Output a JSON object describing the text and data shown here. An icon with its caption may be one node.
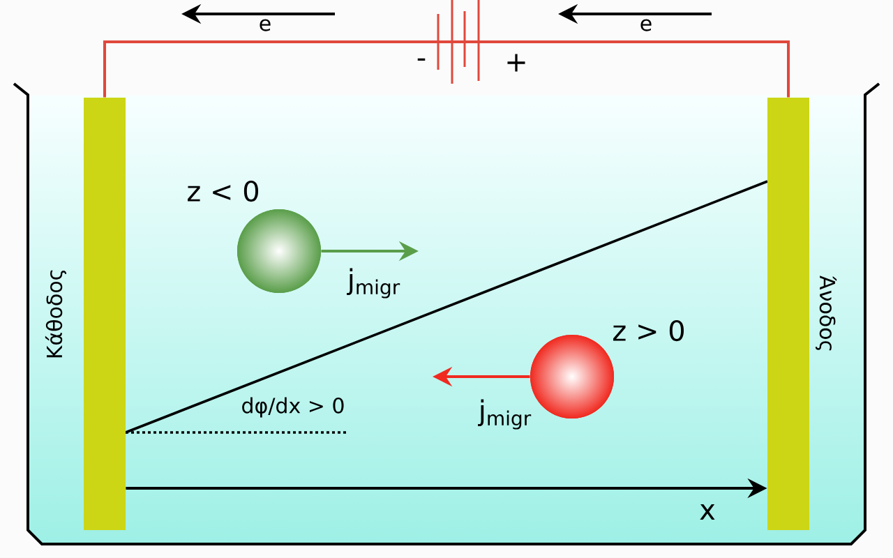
{
  "diagram": {
    "nodes": [
      {
        "text": [],
        "shape": "bar",
        "beside": [
          "Κάθοδος"
        ]
      },
      {
        "text": [],
        "shape": "bar",
        "beside": [
          "Άνοδος"
        ]
      },
      {
        "text": [],
        "shape": "battery",
        "beside": [
          "-",
          "+"
        ]
      },
      {
        "text": [],
        "shape": "circle",
        "beside": [
          "z < 0"
        ]
      },
      {
        "text": [],
        "shape": "circle",
        "beside": [
          "z > 0"
        ]
      }
    ],
    "edges": [
      {
        "from": 2,
        "to": 0,
        "arrow": "none",
        "color": "#e0483c"
      },
      {
        "from": 2,
        "to": 1,
        "arrow": "none",
        "color": "#e0483c"
      },
      {
        "from": 3,
        "to": null,
        "arrow": "to",
        "label": "j$_{migr}$",
        "color": "#5a9e4a"
      },
      {
        "from": 4,
        "to": null,
        "arrow": "to",
        "label": "j$_{migr}$",
        "color": "#f02a20"
      },
      {
        "from": 0,
        "to": 1,
        "arrow": "to",
        "color": "#000000"
      }
    ],
    "labels": [
      "e",
      "e",
      "dφ/dx > 0",
      "x"
    ]
  }
}
